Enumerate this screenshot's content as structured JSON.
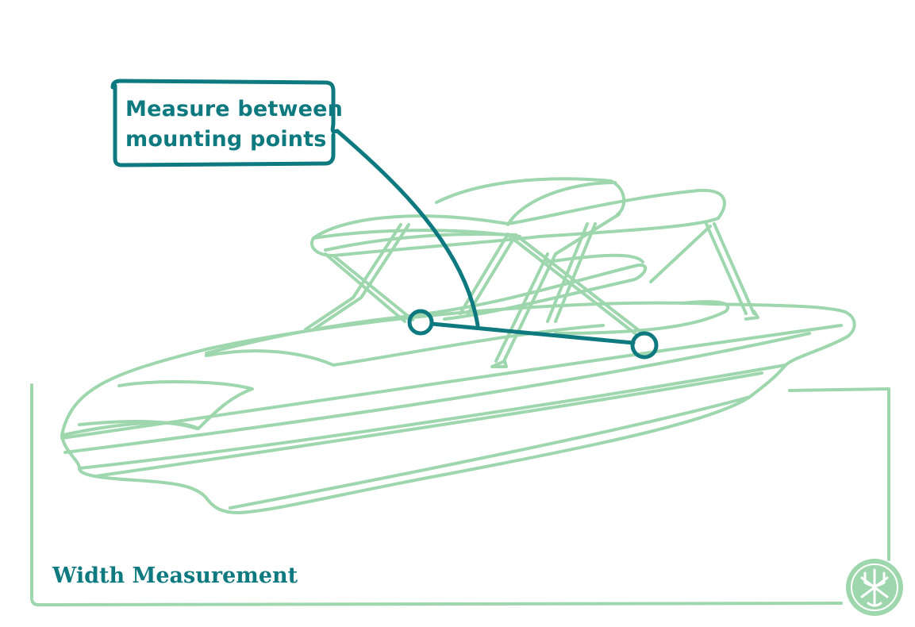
{
  "callout": {
    "line1": "Measure between",
    "line2": "mounting points"
  },
  "title": "Width Measurement",
  "colors": {
    "outline": "#9ed6ad",
    "accent": "#0e7a80",
    "badge": "#9ed6ad"
  },
  "icons": {
    "logo": "anchor-trident-icon"
  }
}
